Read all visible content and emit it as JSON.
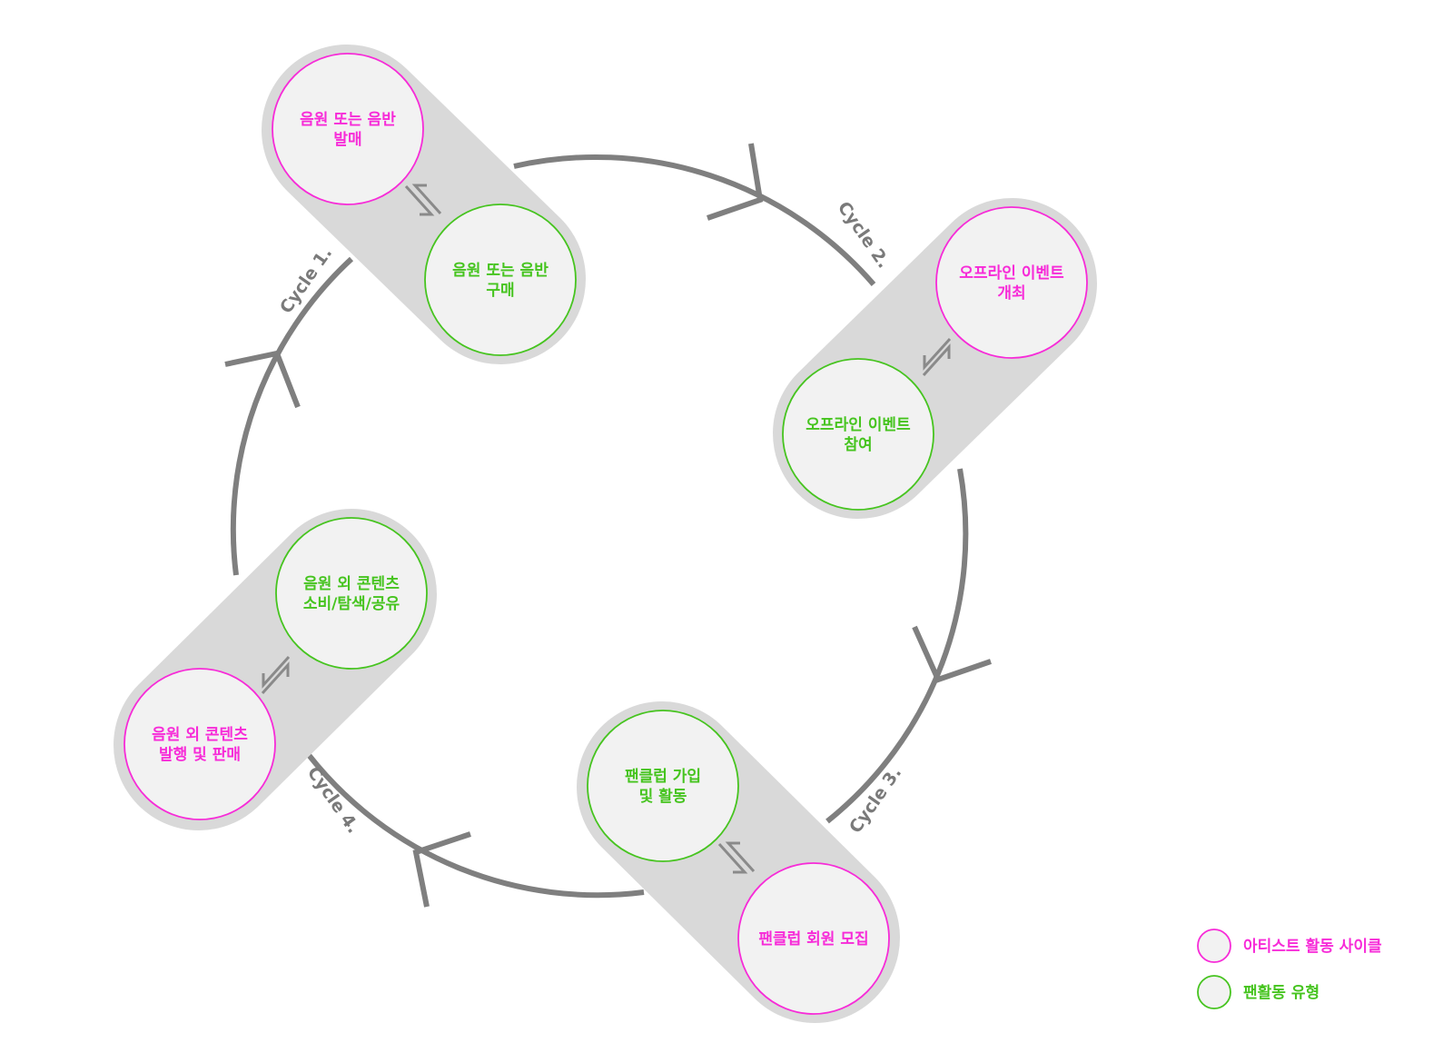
{
  "colors": {
    "artist": "#f72bd8",
    "fan": "#46c41f",
    "capsule": "#d9d9d9",
    "node_fill": "#f2f2f2",
    "ring": "#7f7f7f",
    "exchange_arrow": "#8a8a8a"
  },
  "cycles": [
    {
      "label": "Cycle 1.",
      "artist_node": {
        "lines": [
          "음원 또는 음반",
          "발매"
        ]
      },
      "fan_node": {
        "lines": [
          "음원 또는 음반",
          "구매"
        ]
      }
    },
    {
      "label": "Cycle 2.",
      "artist_node": {
        "lines": [
          "오프라인 이벤트",
          "개최"
        ]
      },
      "fan_node": {
        "lines": [
          "오프라인 이벤트",
          "참여"
        ]
      }
    },
    {
      "label": "Cycle 3.",
      "artist_node": {
        "lines": [
          "팬클럽 회원 모집"
        ]
      },
      "fan_node": {
        "lines": [
          "팬클럽 가입",
          "및 활동"
        ]
      }
    },
    {
      "label": "Cycle 4.",
      "artist_node": {
        "lines": [
          "음원 외 콘텐츠",
          "발행 및 판매"
        ]
      },
      "fan_node": {
        "lines": [
          "음원 외 콘텐츠",
          "소비/탐색/공유"
        ]
      }
    }
  ],
  "legend": {
    "artist_label": "아티스트 활동 사이클",
    "fan_label": "팬활동 유형"
  }
}
